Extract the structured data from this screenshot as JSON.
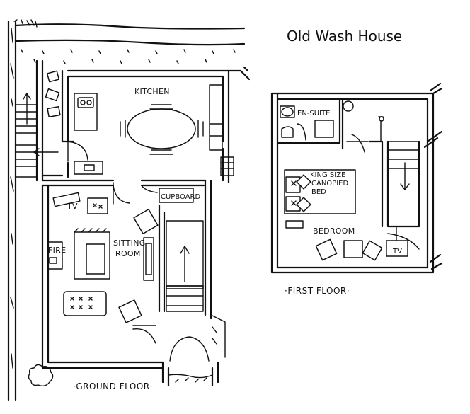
{
  "title": "Old Wash House",
  "ground_floor": {
    "label": "·GROUND FLOOR·",
    "rooms": {
      "kitchen": "KITCHEN",
      "sitting_room_line1": "SITTING",
      "sitting_room_line2": "ROOM",
      "cupboard": "CUPBOARD",
      "tv": "TV",
      "fire": "FIRE"
    }
  },
  "first_floor": {
    "label": "·FIRST FLOOR·",
    "rooms": {
      "ensuite": "EN-SUITE",
      "bed_line1": "KING SIZE",
      "bed_line2": "CANOPIED",
      "bed_line3": "BED",
      "bedroom": "BEDROOM",
      "tv": "TV"
    }
  },
  "icons": [
    "stairs-up-arrow-icon",
    "stairs-down-arrow-icon",
    "entrance-arrow-icon"
  ],
  "colors": {
    "ink": "#111111",
    "paper": "#ffffff"
  }
}
